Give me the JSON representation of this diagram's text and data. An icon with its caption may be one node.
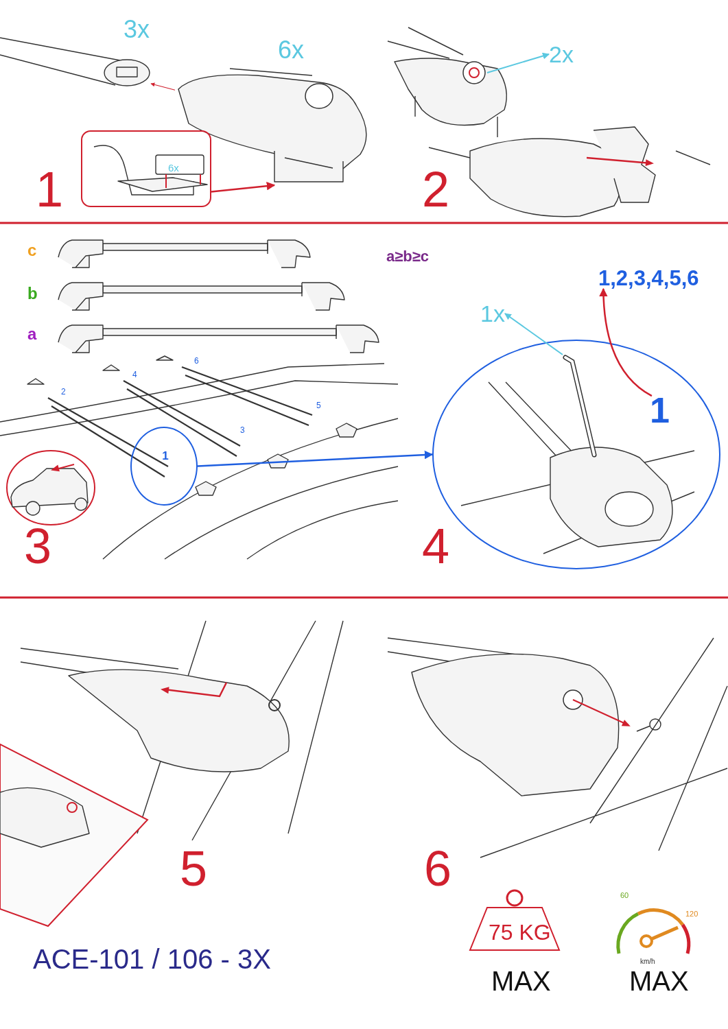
{
  "diagram": {
    "nodes": [
      {
        "text": [],
        "shape": "picture",
        "beside": [
          "3x"
        ]
      },
      {
        "text": [],
        "shape": "picture",
        "beside": [
          "6x"
        ]
      },
      {
        "text": [
          "6x"
        ]
      },
      {
        "text": [],
        "shape": "picture"
      },
      {
        "text": [
          "2x"
        ]
      },
      {
        "text": [
          "1"
        ]
      },
      {
        "text": [],
        "shape": "circle"
      },
      {
        "text": [
          "1x"
        ]
      },
      {
        "text": [
          "1,2,3,4,5,6"
        ]
      },
      {
        "text": [],
        "shape": "picture",
        "in": 6
      },
      {
        "text": [
          "1"
        ],
        "in": 6
      }
    ],
    "edges": [
      {
        "from": 1,
        "to": 0,
        "arrow": "to"
      },
      {
        "from": 2,
        "to": 1,
        "arrow": "to"
      },
      {
        "from": 3,
        "to": 4,
        "arrow": "to",
        "color": "#5bc8e0"
      },
      {
        "from": 5,
        "to": 6,
        "arrow": "to",
        "color": "#1f5fe0"
      },
      {
        "from": 9,
        "to": 7,
        "arrow": "to",
        "color": "#5bc8e0"
      },
      {
        "from": 10,
        "to": 8,
        "arrow": "to"
      }
    ],
    "labels": [
      "1",
      "2",
      "c",
      "a≥b≥c",
      "b",
      "a",
      "6",
      "4",
      "2",
      "5",
      "3",
      "3",
      "4",
      "5",
      "6",
      "ACE-101 / 106 - 3X",
      "75 KG",
      "60",
      "120",
      "km/h",
      "MAX",
      "MAX"
    ]
  }
}
